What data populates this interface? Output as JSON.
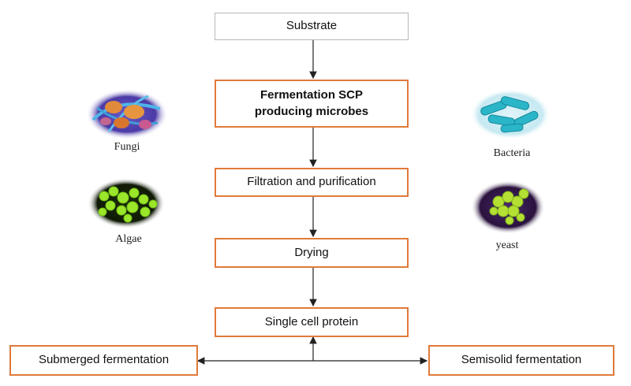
{
  "flow": {
    "substrate": "Substrate",
    "fermentation": "Fermentation SCP producing microbes",
    "filtration": "Filtration and purification",
    "drying": "Drying",
    "scp": "Single cell protein",
    "submerged": "Submerged fermentation",
    "semisolid": "Semisolid fermentation"
  },
  "microbes": {
    "fungi": "Fungi",
    "algae": "Algae",
    "bacteria": "Bacteria",
    "yeast": "yeast"
  },
  "colors": {
    "box_border": "#e07a3a",
    "substrate_border": "#b8b8b8",
    "arrow": "#222222"
  }
}
